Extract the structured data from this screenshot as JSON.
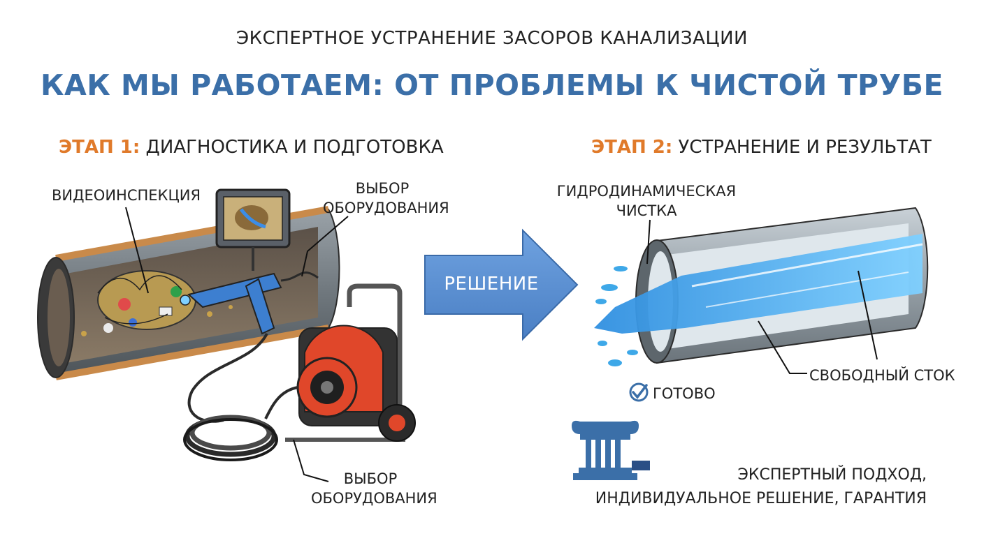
{
  "header": {
    "supertitle": "ЭКСПЕРТНОЕ УСТРАНЕНИЕ ЗАСОРОВ КАНАЛИЗАЦИИ",
    "title": "КАК МЫ РАБОТАЕМ: ОТ ПРОБЛЕМЫ К ЧИСТОЙ ТРУБЕ"
  },
  "stage1": {
    "prefix": "ЭТАП 1:",
    "title": "ДИАГНОСТИКА И ПОДГОТОВКА",
    "labels": {
      "video": "ВИДЕОИНСПЕКЦИЯ",
      "equipment_top_1": "ВЫБОР",
      "equipment_top_2": "ОБОРУДОВАНИЯ",
      "equipment_bottom_1": "ВЫБОР",
      "equipment_bottom_2": "ОБОРУДОВАНИЯ"
    }
  },
  "arrow": {
    "label": "РЕШЕНИЕ"
  },
  "stage2": {
    "prefix": "ЭТАП 2:",
    "title": "УСТРАНЕНИЕ И РЕЗУЛЬТАТ",
    "labels": {
      "hydro_1": "ГИДРОДИНАМИЧЕСКАЯ",
      "hydro_2": "ЧИСТКА",
      "free_flow": "СВОБОДНЫЙ СТОК",
      "done": "ГОТОВО"
    }
  },
  "footer": {
    "line1": "ЭКСПЕРТНЫЙ ПОДХОД,",
    "line2": "ИНДИВИДУАЛЬНОЕ РЕШЕНИЕ, ГАРАНТИЯ"
  },
  "colors": {
    "title_blue": "#3b6fa8",
    "stage_orange": "#e07a2a",
    "arrow_blue": "#5a8fd4",
    "water": "#3ea8e8",
    "machine_red": "#e0472a"
  }
}
